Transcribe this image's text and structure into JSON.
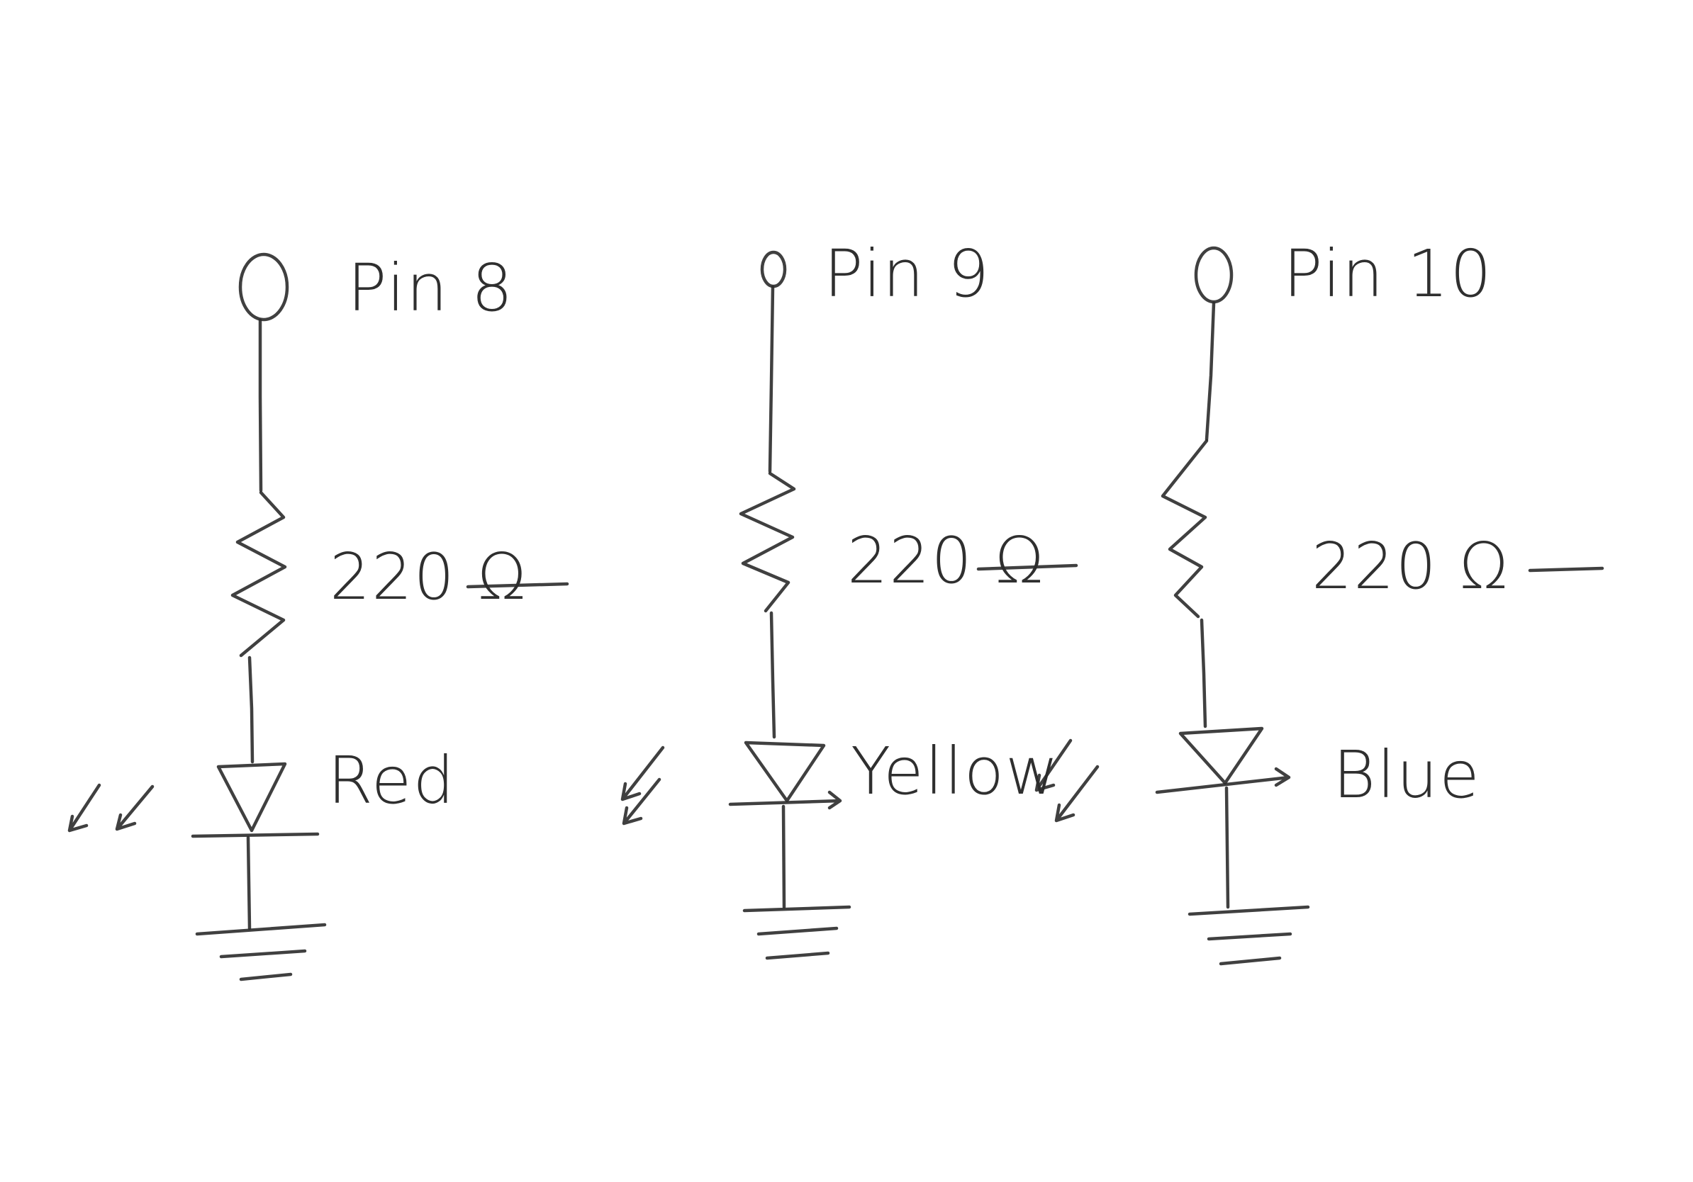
{
  "circuits": [
    {
      "pin_label": "Pin 8",
      "resistor_label": "220 Ω",
      "led_label": "Red"
    },
    {
      "pin_label": "Pin 9",
      "resistor_label": "220 Ω",
      "led_label": "Yellow"
    },
    {
      "pin_label": "Pin 10",
      "resistor_label": "220 Ω",
      "led_label": "Blue"
    }
  ],
  "style": {
    "ink_color": "#2b2b2b",
    "background": "#ffffff"
  }
}
